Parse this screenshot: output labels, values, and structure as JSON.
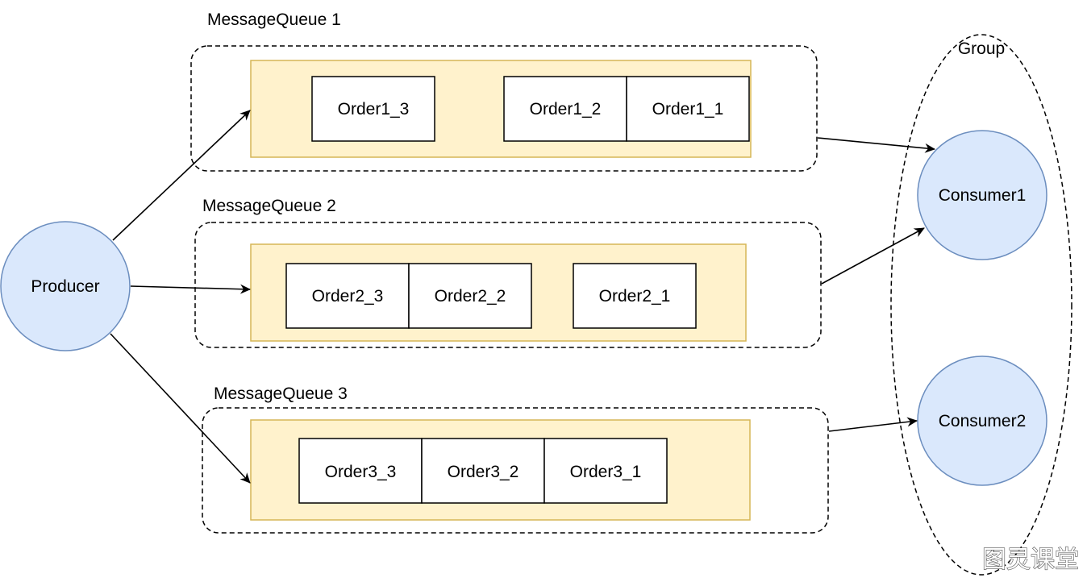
{
  "colors": {
    "circle_fill": "#dae8fc",
    "circle_stroke": "#6c8ebf",
    "queue_fill": "#fff2cc",
    "queue_stroke": "#d6b656",
    "message_fill": "#ffffff",
    "line": "#000000"
  },
  "producer": {
    "label": "Producer"
  },
  "queues": [
    {
      "label": "MessageQueue 1",
      "messages": [
        "Order1_3",
        "Order1_2",
        "Order1_1"
      ]
    },
    {
      "label": "MessageQueue 2",
      "messages": [
        "Order2_3",
        "Order2_2",
        "Order2_1"
      ]
    },
    {
      "label": "MessageQueue 3",
      "messages": [
        "Order3_3",
        "Order3_2",
        "Order3_1"
      ]
    }
  ],
  "group": {
    "label": "Group",
    "consumers": [
      {
        "label": "Consumer1"
      },
      {
        "label": "Consumer2"
      }
    ]
  },
  "watermark": "图灵课堂"
}
